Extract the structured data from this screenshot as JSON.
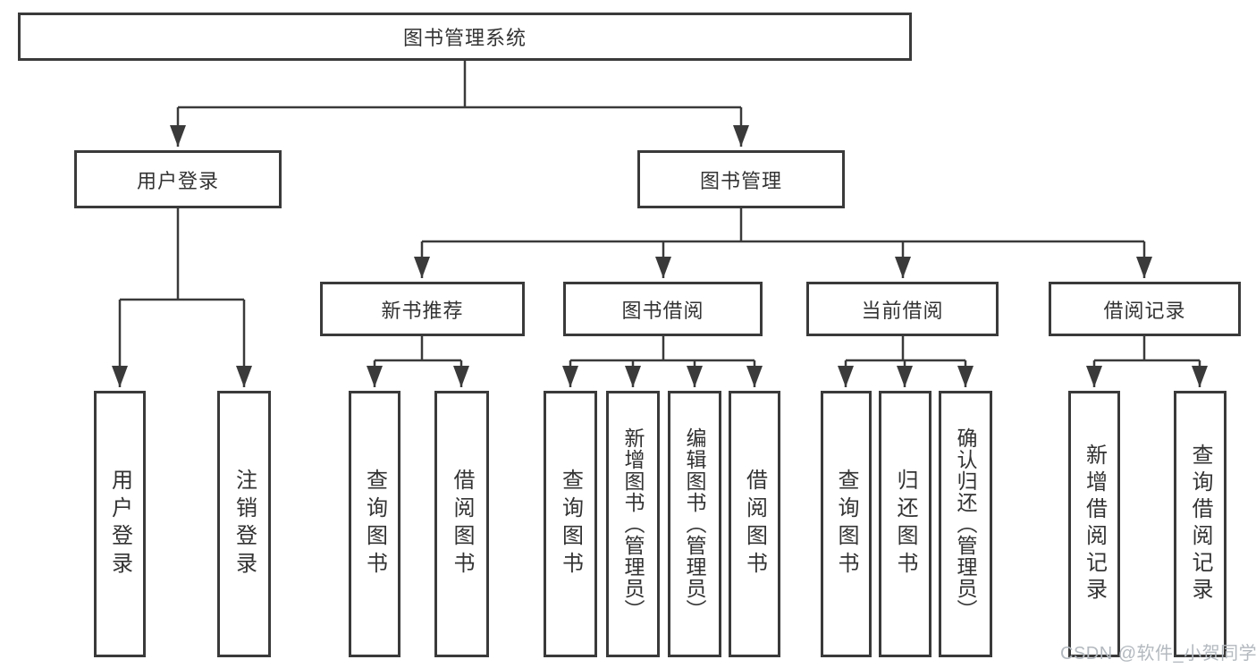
{
  "diagram_type": "hierarchy-flowchart",
  "colors": {
    "line": "#3a3a3a",
    "node_text": "#333333",
    "watermark": "#b3b9bf",
    "background": "#ffffff"
  },
  "tree": {
    "label": "图书管理系统",
    "children": [
      {
        "label": "用户登录",
        "children": [
          {
            "label": "用户登录"
          },
          {
            "label": "注销登录"
          }
        ]
      },
      {
        "label": "图书管理",
        "children": [
          {
            "label": "新书推荐",
            "children": [
              {
                "label": "查询图书"
              },
              {
                "label": "借阅图书"
              }
            ]
          },
          {
            "label": "图书借阅",
            "children": [
              {
                "label": "查询图书"
              },
              {
                "label": "新增图书（管理员）"
              },
              {
                "label": "编辑图书（管理员）"
              },
              {
                "label": "借阅图书"
              }
            ]
          },
          {
            "label": "当前借阅",
            "children": [
              {
                "label": "查询图书"
              },
              {
                "label": "归还图书"
              },
              {
                "label": "确认归还（管理员）"
              }
            ]
          },
          {
            "label": "借阅记录",
            "children": [
              {
                "label": "新增借阅记录"
              },
              {
                "label": "查询借阅记录"
              }
            ]
          }
        ]
      }
    ]
  },
  "watermark": {
    "text": "CSDN @软件_小贺同学"
  }
}
